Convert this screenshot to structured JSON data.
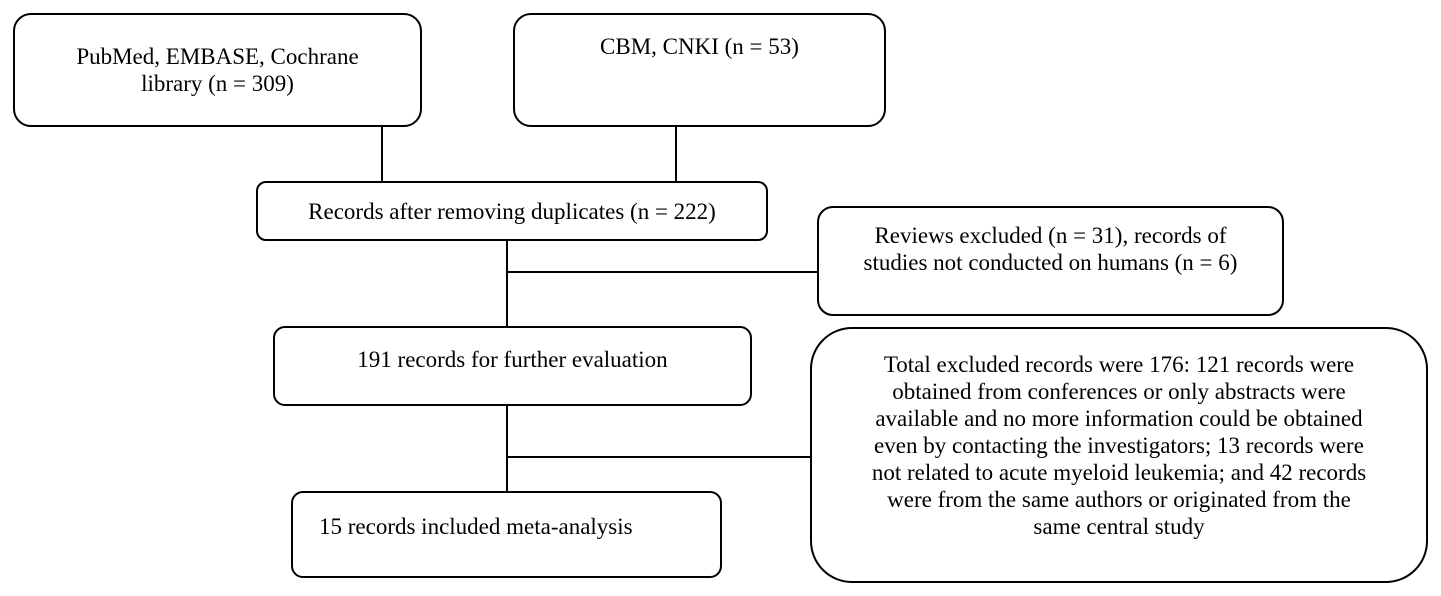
{
  "diagram": {
    "boxes": {
      "pubmed": "PubMed, EMBASE, Cochrane\nlibrary (n = 309)",
      "cbm": "CBM, CNKI (n = 53)",
      "duplicates": "Records after removing duplicates (n = 222)",
      "reviews_excluded": "Reviews excluded (n = 31), records of\nstudies not conducted on humans (n = 6)",
      "further_eval": "191 records for further evaluation",
      "total_excluded": "Total excluded records were 176: 121 records were\nobtained from conferences or only abstracts were\navailable and no more information could be obtained\neven by contacting the investigators; 13 records were\nnot related to acute myeloid leukemia; and 42 records\nwere from the same authors or originated from the\nsame central study",
      "included": "15 records included meta-analysis"
    },
    "line_color": "#000000"
  }
}
